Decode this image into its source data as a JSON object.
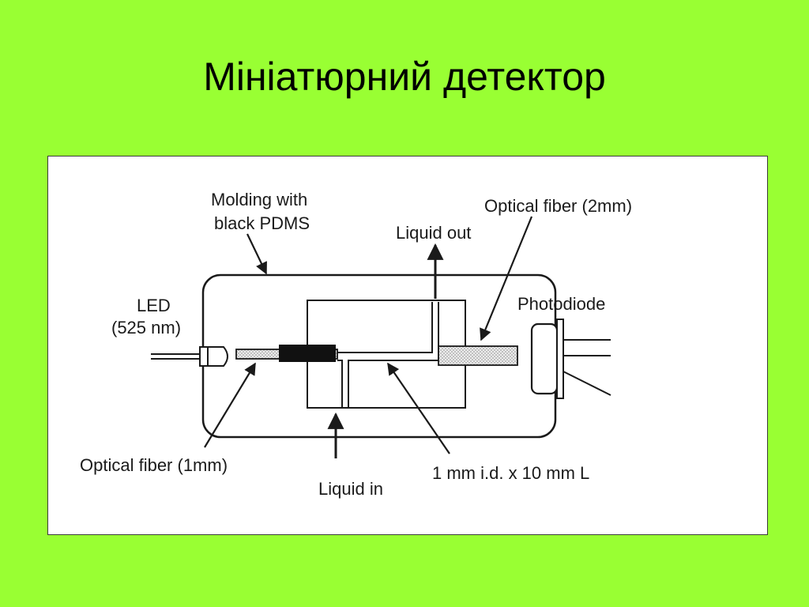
{
  "slide": {
    "title": "Мініатюрний детектор",
    "background_color": "#99ff33"
  },
  "diagram": {
    "labels": {
      "molding_line1": "Molding with",
      "molding_line2": "black PDMS",
      "led_line1": "LED",
      "led_line2": "(525 nm)",
      "optical_fiber_small": "Optical fiber (1mm)",
      "liquid_in": "Liquid in",
      "liquid_out": "Liquid out",
      "optical_fiber_large": "Optical fiber (2mm)",
      "photodiode": "Photodiode",
      "channel_dimensions": "1 mm i.d. x 10 mm L"
    },
    "fiber_fill_color": "#d6d6d6",
    "line_color": "#1a1a1a"
  }
}
